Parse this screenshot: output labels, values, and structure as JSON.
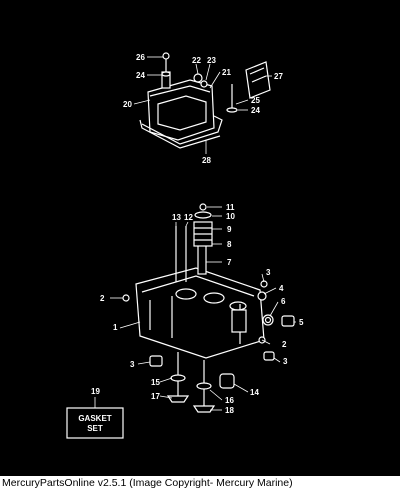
{
  "diagram": {
    "callouts": [
      "1",
      "2",
      "2",
      "3",
      "3",
      "3",
      "4",
      "5",
      "6",
      "7",
      "8",
      "9",
      "10",
      "11",
      "12",
      "13",
      "14",
      "15",
      "16",
      "17",
      "18",
      "20",
      "21",
      "22",
      "23",
      "24",
      "24",
      "25",
      "26",
      "27",
      "28"
    ],
    "gasket_box": {
      "line1": "GASKET",
      "line2": "SET",
      "number": "19"
    }
  },
  "footer": {
    "caption": "MercuryPartsOnline v2.5.1 (Image Copyright- Mercury Marine)"
  },
  "colors": {
    "background": "#000000",
    "lines": "#ffffff",
    "footer_bg": "#ffffff"
  }
}
